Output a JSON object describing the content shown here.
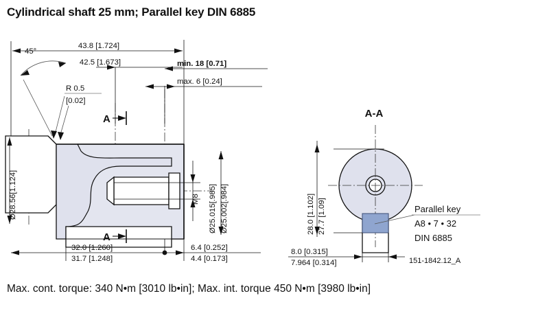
{
  "title": "Cylindrical shaft 25 mm; Parallel key DIN 6885",
  "footer": "Max. cont. torque: 340 N•m [3010 lb•in]; Max. int. torque 450 N•m [3980 lb•in]",
  "drawing_number": "151-1842.12_A",
  "side_view": {
    "dimensions": {
      "overall_length": "43.8 [1.724]",
      "shaft_length": "42.5 [1.673]",
      "thread_min_depth": "min. 18 [0.71]",
      "thread_max": "max. 6 [0.24]",
      "chamfer_angle": "45°",
      "radius_mm": "R 0.5",
      "radius_in": "[0.02]",
      "flange_dia": "Ø28.56[1.124]",
      "thread_spec": "M8",
      "shaft_dia_max": "Ø25.015[.985]",
      "shaft_dia_min": "Ø25.002[.984]",
      "key_length_max": "32.0 [1.260]",
      "key_length_min": "31.7 [1.248]",
      "key_end_max": "6.4 [0.252]",
      "key_end_min": "4.4 [0.173]"
    },
    "section_marker": "A"
  },
  "section_view": {
    "label": "A-A",
    "dimensions": {
      "height_max": "28.0 [1.102]",
      "height_min": "27.7 [1.09]",
      "key_width_max": "8.0 [0.315]",
      "key_width_min": "7.964 [0.314]"
    },
    "callout": {
      "line1": "Parallel key",
      "line2": "A8 • 7 • 32",
      "line3": "DIN 6885"
    }
  },
  "colors": {
    "body_fill": "#dfe1ed",
    "key_fill": "#8fa5cf",
    "line": "#111111"
  }
}
